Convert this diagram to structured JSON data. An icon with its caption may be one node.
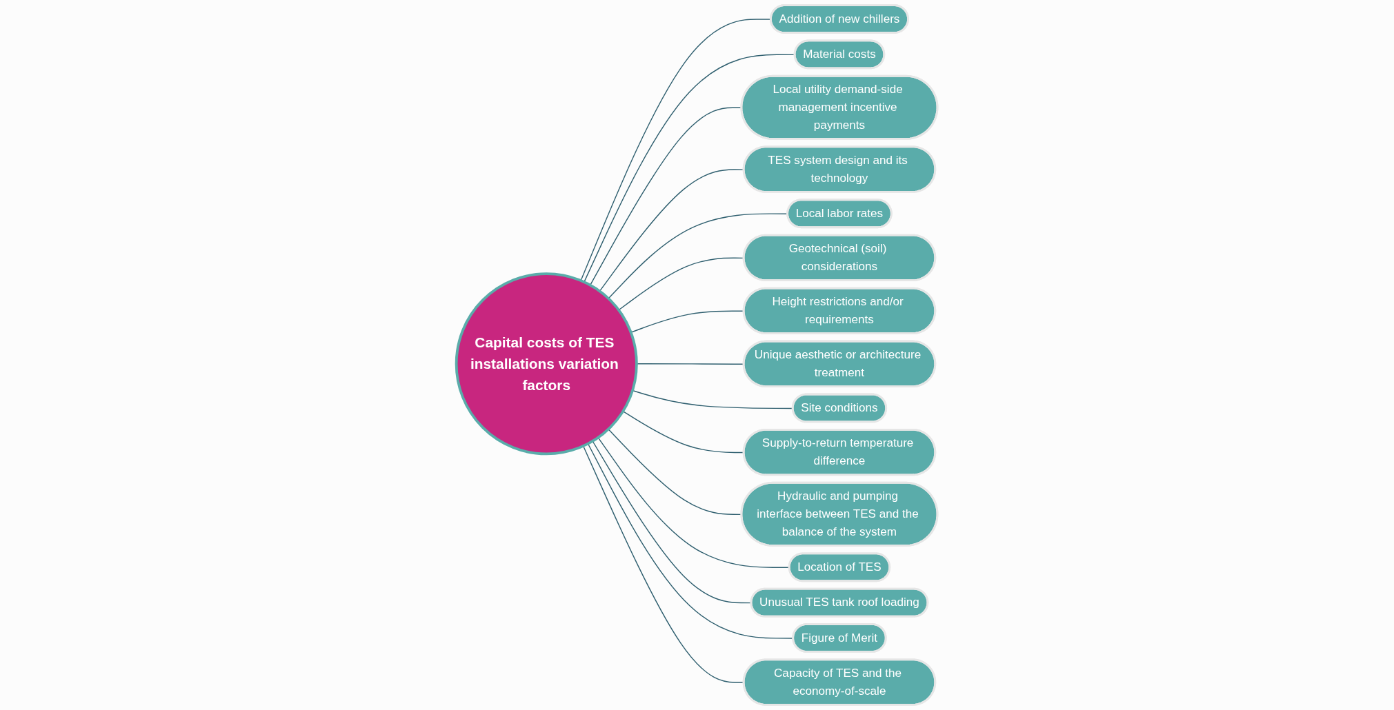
{
  "diagram": {
    "nodes": [
      {
        "text": [
          "Capital costs of TES installations variation factors"
        ]
      },
      {
        "text": [
          "Addition of new chillers"
        ]
      },
      {
        "text": [
          "Material costs"
        ]
      },
      {
        "text": [
          "Local utility demand-side management incentive payments"
        ]
      },
      {
        "text": [
          "TES system design and its technology"
        ]
      },
      {
        "text": [
          "Local labor rates"
        ]
      },
      {
        "text": [
          "Geotechnical (soil) considerations"
        ]
      },
      {
        "text": [
          "Height restrictions and/or requirements"
        ]
      },
      {
        "text": [
          "Unique aesthetic or architecture treatment"
        ]
      },
      {
        "text": [
          "Site conditions"
        ]
      },
      {
        "text": [
          "Supply-to-return temperature difference"
        ]
      },
      {
        "text": [
          "Hydraulic and pumping interface between TES and the balance of the system"
        ]
      },
      {
        "text": [
          "Location of TES"
        ]
      },
      {
        "text": [
          "Unusual TES tank roof loading"
        ]
      },
      {
        "text": [
          "Figure of Merit"
        ]
      },
      {
        "text": [
          "Capacity of TES and the economy-of-scale"
        ]
      }
    ],
    "edges": [
      {
        "from": 0,
        "to": 1,
        "arrow": "none"
      },
      {
        "from": 0,
        "to": 2,
        "arrow": "none"
      },
      {
        "from": 0,
        "to": 3,
        "arrow": "none"
      },
      {
        "from": 0,
        "to": 4,
        "arrow": "none"
      },
      {
        "from": 0,
        "to": 5,
        "arrow": "none"
      },
      {
        "from": 0,
        "to": 6,
        "arrow": "none"
      },
      {
        "from": 0,
        "to": 7,
        "arrow": "none"
      },
      {
        "from": 0,
        "to": 8,
        "arrow": "none"
      },
      {
        "from": 0,
        "to": 9,
        "arrow": "none"
      },
      {
        "from": 0,
        "to": 10,
        "arrow": "none"
      },
      {
        "from": 0,
        "to": 11,
        "arrow": "none"
      },
      {
        "from": 0,
        "to": 12,
        "arrow": "none"
      },
      {
        "from": 0,
        "to": 13,
        "arrow": "none"
      },
      {
        "from": 0,
        "to": 14,
        "arrow": "none"
      },
      {
        "from": 0,
        "to": 15,
        "arrow": "none"
      }
    ]
  }
}
